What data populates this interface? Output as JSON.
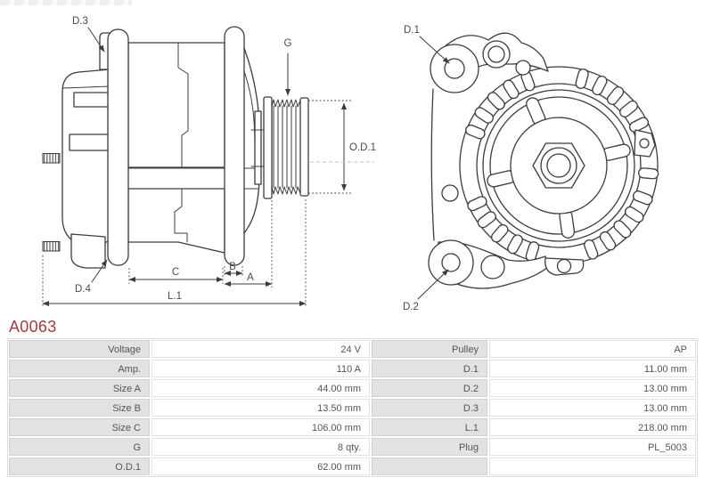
{
  "part_number": "A0063",
  "colors": {
    "part_number_red": "#a8383e",
    "diagram_line": "#3c3c3c",
    "label_cell_bg": "#e2e2e2",
    "cell_border": "#d6d6d6",
    "table_text": "#555555"
  },
  "diagrams": {
    "side_view": {
      "labels": {
        "d3": "D.3",
        "d4": "D.4",
        "g": "G",
        "od1": "O.D.1",
        "dim_c": "C",
        "dim_b": "B",
        "dim_a": "A",
        "dim_l1": "L.1"
      }
    },
    "front_view": {
      "labels": {
        "d1": "D.1",
        "d2": "D.2"
      }
    }
  },
  "spec_table": {
    "left_rows": [
      {
        "label": "Voltage",
        "value": "24 V"
      },
      {
        "label": "Amp.",
        "value": "110 A"
      },
      {
        "label": "Size A",
        "value": "44.00 mm"
      },
      {
        "label": "Size B",
        "value": "13.50 mm"
      },
      {
        "label": "Size C",
        "value": "106.00 mm"
      },
      {
        "label": "G",
        "value": "8 qty."
      },
      {
        "label": "O.D.1",
        "value": "62.00 mm"
      }
    ],
    "right_rows": [
      {
        "label": "Pulley",
        "value": "AP"
      },
      {
        "label": "D.1",
        "value": "11.00 mm"
      },
      {
        "label": "D.2",
        "value": "13.00 mm"
      },
      {
        "label": "D.3",
        "value": "13.00 mm"
      },
      {
        "label": "L.1",
        "value": "218.00 mm"
      },
      {
        "label": "Plug",
        "value": "PL_5003"
      },
      {
        "label": "",
        "value": ""
      }
    ]
  }
}
